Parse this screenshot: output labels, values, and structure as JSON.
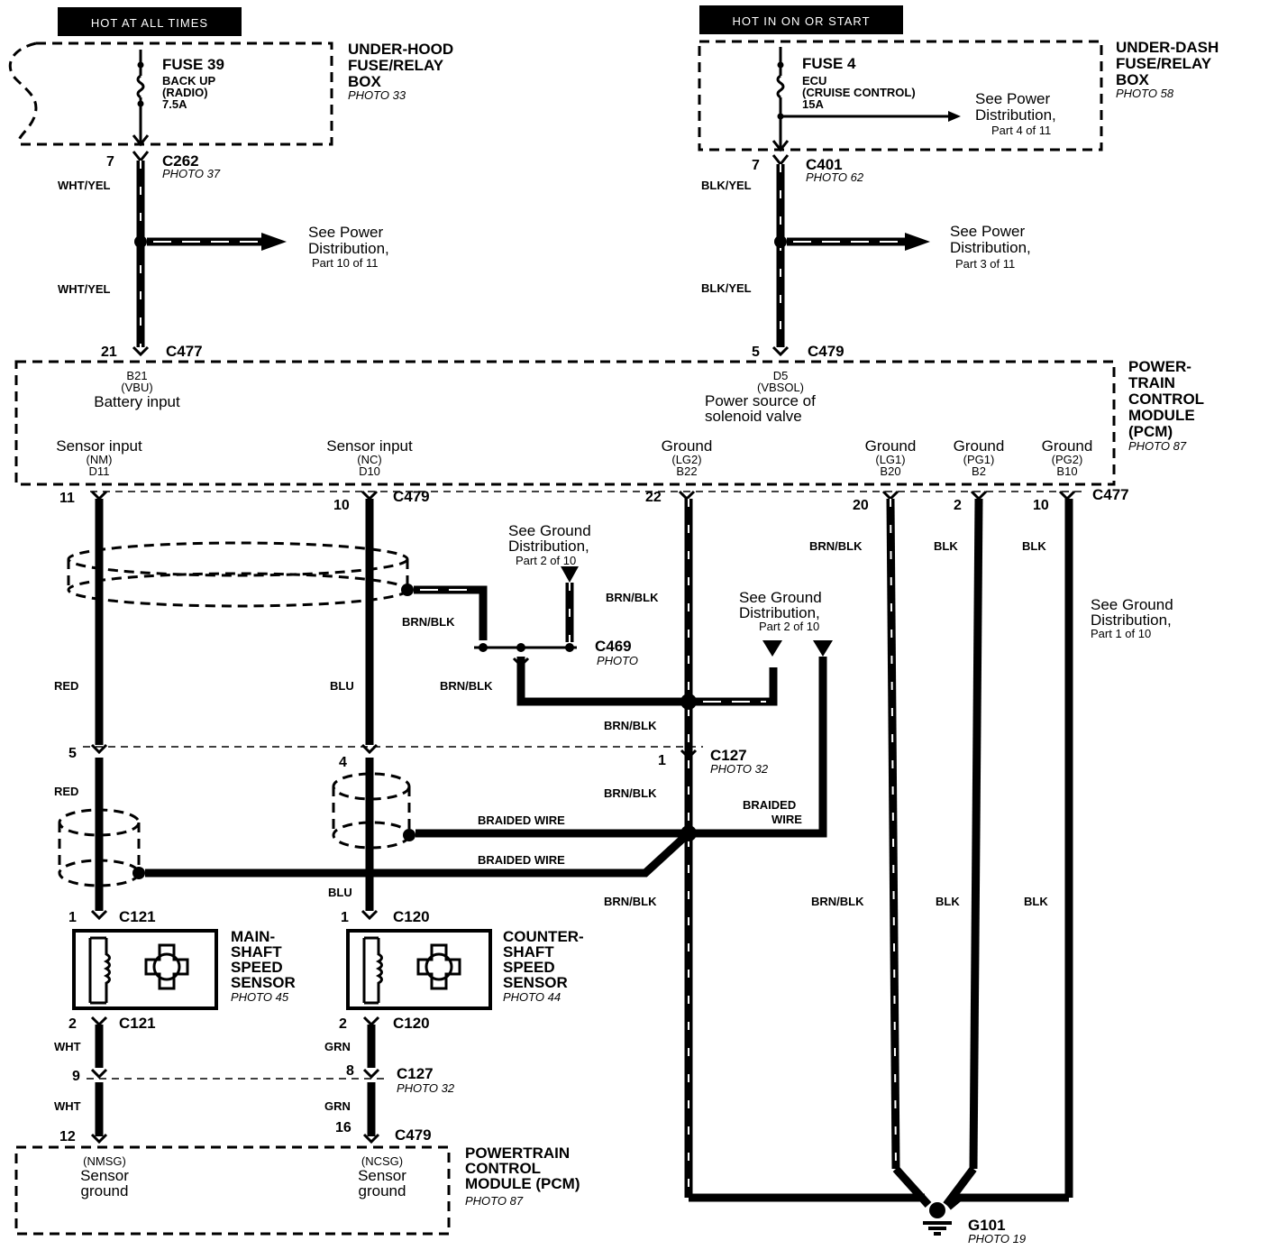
{
  "headers": {
    "left": "HOT AT ALL TIMES",
    "right": "HOT IN ON OR START"
  },
  "underhood_box": {
    "title": [
      "UNDER-HOOD",
      "FUSE/RELAY",
      "BOX"
    ],
    "photo": "PHOTO 33",
    "fuse": "FUSE 39",
    "fuse_desc": [
      "BACK UP",
      "(RADIO)",
      "7.5A"
    ]
  },
  "underdash_box": {
    "title": [
      "UNDER-DASH",
      "FUSE/RELAY",
      "BOX"
    ],
    "photo": "PHOTO 58",
    "fuse": "FUSE 4",
    "fuse_desc": [
      "ECU",
      "(CRUISE CONTROL)",
      "15A"
    ],
    "note": [
      "See Power",
      "Distribution,",
      "Part 4 of 11"
    ]
  },
  "left_feed": {
    "pin_top": "7",
    "conn_top": "C262",
    "conn_top_photo": "PHOTO 37",
    "wire1": "WHT/YEL",
    "wire2": "WHT/YEL",
    "note": [
      "See Power",
      "Distribution,",
      "Part 10 of 11"
    ],
    "pin_bottom": "21",
    "conn_bottom": "C477"
  },
  "right_feed": {
    "pin_top": "7",
    "conn_top": "C401",
    "conn_top_photo": "PHOTO 62",
    "wire1": "BLK/YEL",
    "wire2": "BLK/YEL",
    "note": [
      "See Power",
      "Distribution,",
      "Part 3 of 11"
    ],
    "pin_bottom": "5",
    "conn_bottom": "C479"
  },
  "pcm": {
    "title": [
      "POWER-",
      "TRAIN",
      "CONTROL",
      "MODULE",
      "(PCM)"
    ],
    "photo": "PHOTO 87",
    "battery": {
      "code": "B21",
      "sub": "(VBU)",
      "label": "Battery input"
    },
    "solenoid": {
      "code": "D5",
      "sub": "(VBSOL)",
      "label": [
        "Power source of",
        "solenoid valve"
      ]
    },
    "terminals": [
      {
        "label": "Sensor input",
        "sub": "(NM)",
        "code": "D11",
        "pin": "11"
      },
      {
        "label": "Sensor input",
        "sub": "(NC)",
        "code": "D10",
        "pin": "10"
      },
      {
        "label": "Ground",
        "sub": "(LG2)",
        "code": "B22",
        "pin": "22"
      },
      {
        "label": "Ground",
        "sub": "(LG1)",
        "code": "B20",
        "pin": "20"
      },
      {
        "label": "Ground",
        "sub": "(PG1)",
        "code": "B2",
        "pin": "2"
      },
      {
        "label": "Ground",
        "sub": "(PG2)",
        "code": "B10",
        "pin": "10"
      }
    ],
    "conn_left": "C479",
    "conn_right": "C477"
  },
  "wires": {
    "red": "RED",
    "blu": "BLU",
    "brnblk": "BRN/BLK",
    "blk": "BLK",
    "braided": "BRAIDED WIRE",
    "braided_split": [
      "BRAIDED",
      "WIRE"
    ],
    "wht": "WHT",
    "grn": "GRN"
  },
  "ground_notes": {
    "g1": [
      "See Ground",
      "Distribution,",
      "Part 2 of 10"
    ],
    "g2": [
      "See Ground",
      "Distribution,",
      "Part 2 of 10"
    ],
    "g3": [
      "See Ground",
      "Distribution,",
      "Part 1 of 10"
    ]
  },
  "connectors": {
    "c469": "C469",
    "c469_photo": "PHOTO",
    "c127": "C127",
    "c127_photo": "PHOTO 32",
    "c127_pins": [
      "5",
      "4",
      "1"
    ],
    "c121": "C121",
    "c120": "C120",
    "c127b": "C127",
    "c127b_photo": "PHOTO 32",
    "c127b_pins": [
      "9",
      "8"
    ],
    "c479": "C479",
    "c479_pins": [
      "12",
      "16"
    ],
    "sensor_pins_top": [
      "1",
      "1"
    ],
    "sensor_pins_bottom": [
      "2",
      "2"
    ]
  },
  "main_sensor": {
    "title": [
      "MAIN-",
      "SHAFT",
      "SPEED",
      "SENSOR"
    ],
    "photo": "PHOTO 45"
  },
  "counter_sensor": {
    "title": [
      "COUNTER-",
      "SHAFT",
      "SPEED",
      "SENSOR"
    ],
    "photo": "PHOTO 44"
  },
  "pcm_bottom": {
    "title": [
      "POWERTRAIN",
      "CONTROL",
      "MODULE (PCM)"
    ],
    "photo": "PHOTO 87",
    "nmsg": {
      "sub": "(NMSG)",
      "label": [
        "Sensor",
        "ground"
      ]
    },
    "ncsg": {
      "sub": "(NCSG)",
      "label": [
        "Sensor",
        "ground"
      ]
    }
  },
  "ground": {
    "name": "G101",
    "photo": "PHOTO 19"
  }
}
